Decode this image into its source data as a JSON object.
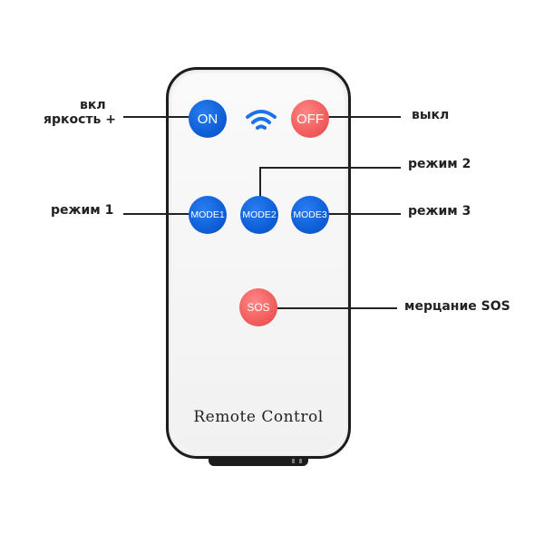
{
  "remote": {
    "caption": "Remote Control",
    "buttons": {
      "on": "ON",
      "off": "OFF",
      "mode1": "MODE1",
      "mode2": "MODE2",
      "mode3": "MODE3",
      "sos": "SOS"
    },
    "colors": {
      "blue": "#0f5fd8",
      "red": "#f25d5d"
    }
  },
  "callouts": {
    "on_line1": "вкл",
    "on_line2": "яркость +",
    "off": "выкл",
    "mode1": "режим 1",
    "mode2": "режим 2",
    "mode3": "режим 3",
    "sos": "мерцание SOS"
  },
  "icons": {
    "signal": "wifi-icon"
  }
}
